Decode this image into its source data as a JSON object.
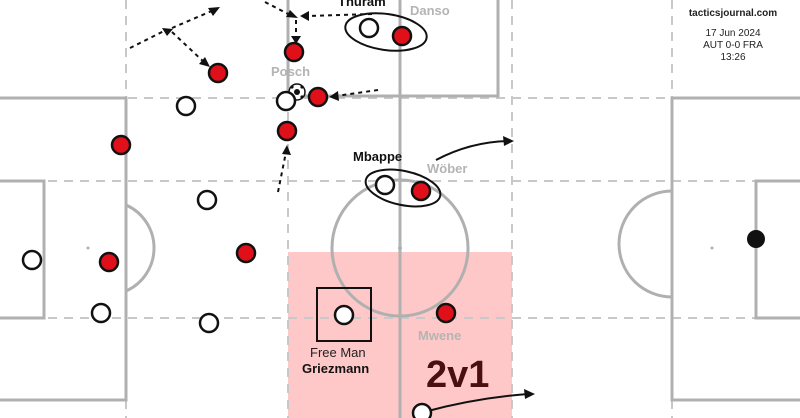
{
  "colors": {
    "zone": "#ffc8c8",
    "line": "#b0b0b0",
    "dash": "#c8c8c8",
    "red_player": "#e0101a",
    "white_player": "#ffffff"
  },
  "players": {
    "thuram": "Thuram",
    "danso": "Danso",
    "posch": "Posch",
    "mbappe": "Mbappe",
    "wober": "Wöber",
    "mwene": "Mwene",
    "free_man": "Free Man",
    "griezmann": "Griezmann"
  },
  "overlay_text": "2v1",
  "match_info": {
    "site": "tacticsjournal.com",
    "date": "17 Jun 2024",
    "score": "AUT 0-0 FRA",
    "time": "13:26"
  }
}
